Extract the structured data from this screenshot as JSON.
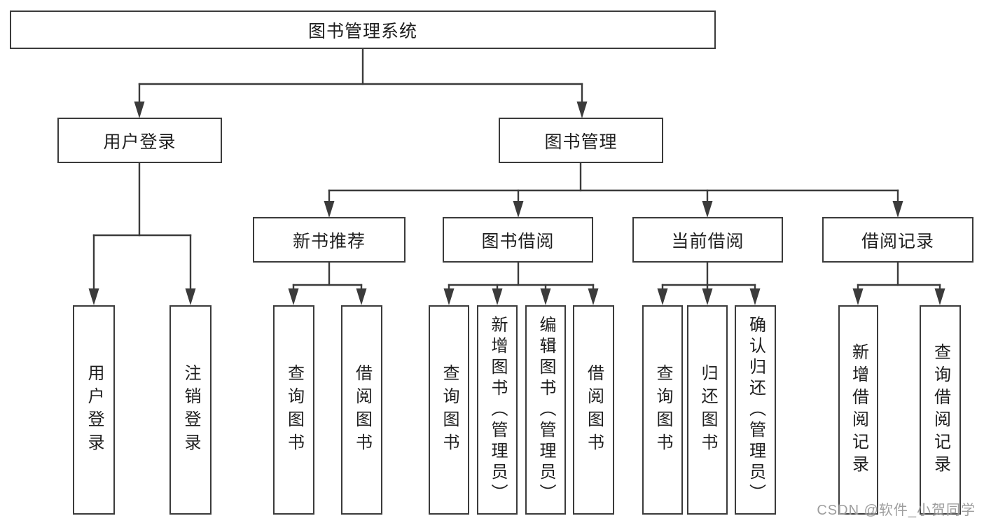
{
  "diagram": {
    "root": "图书管理系统",
    "user_login": {
      "label": "用户登录",
      "children": [
        "用户登录",
        "注销登录"
      ]
    },
    "book_management": {
      "label": "图书管理",
      "modules": [
        {
          "label": "新书推荐",
          "children": [
            "查询图书",
            "借阅图书"
          ]
        },
        {
          "label": "图书借阅",
          "children": [
            "查询图书",
            "新增图书（管理员）",
            "编辑图书（管理员）",
            "借阅图书"
          ]
        },
        {
          "label": "当前借阅",
          "children": [
            "查询图书",
            "归还图书",
            "确认归还（管理员）"
          ]
        },
        {
          "label": "借阅记录",
          "children": [
            "新增借阅记录",
            "查询借阅记录"
          ]
        }
      ]
    }
  },
  "watermark": {
    "text": "CSDN @软件_小贺同学"
  },
  "colors": {
    "line": "#3b3b3b",
    "box_border": "#3b3b3b",
    "text": "#1e1e1e",
    "watermark": "#949494"
  }
}
